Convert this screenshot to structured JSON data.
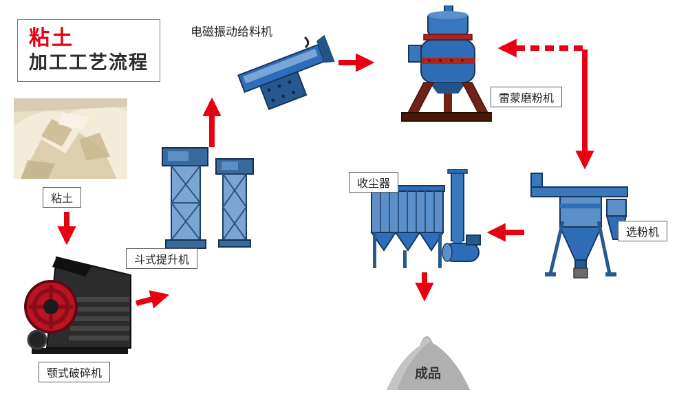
{
  "title": {
    "line1": "粘土",
    "line2": "加工工艺流程"
  },
  "labels": {
    "clay": "粘土",
    "jaw_crusher": "颚式破碎机",
    "bucket_elevator": "斗式提升机",
    "vibrating_feeder": "电磁振动给料机",
    "raymond_mill": "雷蒙磨粉机",
    "classifier": "选粉机",
    "dust_collector": "收尘器",
    "product": "成品"
  },
  "flow_edges": [
    {
      "from": "粘土",
      "to": "颚式破碎机",
      "style": "solid"
    },
    {
      "from": "颚式破碎机",
      "to": "斗式提升机",
      "style": "solid"
    },
    {
      "from": "斗式提升机",
      "to": "电磁振动给料机",
      "style": "solid"
    },
    {
      "from": "电磁振动给料机",
      "to": "雷蒙磨粉机",
      "style": "solid"
    },
    {
      "from": "雷蒙磨粉机",
      "to": "选粉机",
      "style": "solid"
    },
    {
      "from": "选粉机",
      "to": "雷蒙磨粉机",
      "style": "dashed"
    },
    {
      "from": "选粉机",
      "to": "收尘器",
      "style": "solid"
    },
    {
      "from": "收尘器",
      "to": "成品",
      "style": "solid"
    }
  ],
  "colors": {
    "arrow": "#e60012",
    "title_accent": "#e60012",
    "machine_blue": "#2f6db8",
    "product_gray": "#b0b0b0"
  }
}
